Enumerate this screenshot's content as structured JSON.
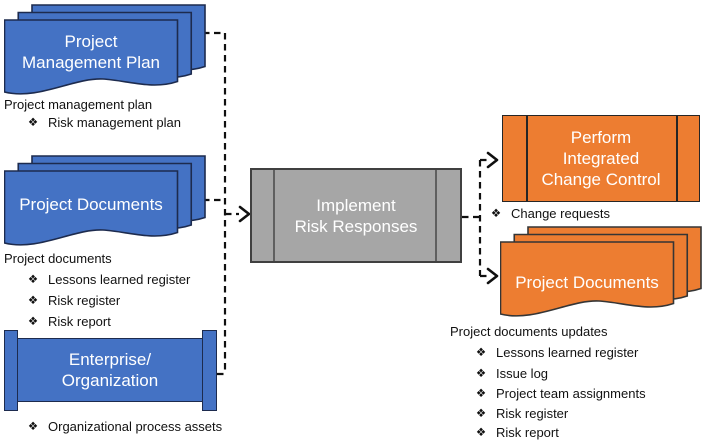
{
  "bullet_glyph": "❖",
  "colors": {
    "input_fill": "#4472C4",
    "output_fill": "#ED7D31",
    "process_fill": "#A6A6A6",
    "connector": "#101010",
    "background": "#FFFFFF"
  },
  "inputs": {
    "project_management_plan": {
      "title_lines": [
        "Project",
        "Management Plan"
      ],
      "caption": "Project management plan",
      "items": [
        "Risk management plan"
      ]
    },
    "project_documents": {
      "title_lines": [
        "Project Documents"
      ],
      "caption": "Project documents",
      "items": [
        "Lessons learned register",
        "Risk register",
        "Risk report"
      ]
    },
    "enterprise_organization": {
      "title_lines": [
        "Enterprise/",
        "Organization"
      ],
      "items": [
        "Organizational process assets"
      ]
    }
  },
  "process": {
    "title_lines": [
      "Implement",
      "Risk Responses"
    ]
  },
  "outputs": {
    "perform_integrated_change_control": {
      "title_lines": [
        "Perform",
        "Integrated",
        "Change Control"
      ],
      "items": [
        "Change requests"
      ]
    },
    "project_documents": {
      "title_lines": [
        "Project Documents"
      ],
      "caption": "Project documents updates",
      "items": [
        "Lessons learned register",
        "Issue log",
        "Project team assignments",
        "Risk register",
        "Risk report"
      ]
    }
  }
}
